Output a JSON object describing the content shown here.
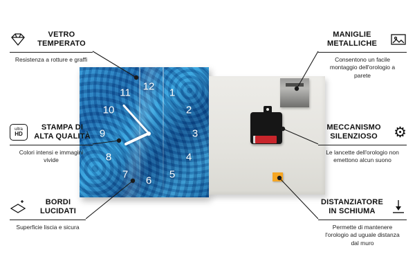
{
  "clock": {
    "numbers": [
      "12",
      "1",
      "2",
      "3",
      "4",
      "5",
      "6",
      "7",
      "8",
      "9",
      "10",
      "11"
    ]
  },
  "callouts": {
    "vetro": {
      "title": "VETRO TEMPERATO",
      "subtitle": "Resistenza a rotture e graffi",
      "icon": "diamond-icon"
    },
    "stampa": {
      "title": "STAMPA DI ALTA QUALITÀ",
      "subtitle": "Colori intensi e immagini vivide",
      "icon": "ultra-hd-icon",
      "icon_text_top": "ultra",
      "icon_text_bottom": "HD"
    },
    "bordi": {
      "title": "BORDI LUCIDATI",
      "subtitle": "Superficie liscia e sicura",
      "icon": "polished-edge-icon"
    },
    "maniglie": {
      "title": "MANIGLIE METALLICHE",
      "subtitle": "Consentono un facile montaggio dell'orologio a parete",
      "icon": "picture-frame-icon"
    },
    "meccanismo": {
      "title": "MECCANISMO SILENZIOSO",
      "subtitle": "Le lancette dell'orologio non emettono alcun suono",
      "icon": "gear-icon",
      "gear_glyph": "⚙"
    },
    "distanziatore": {
      "title": "DISTANZIATORE IN SCHIUMA",
      "subtitle": "Permette di mantenere l'orologio ad uguale distanza dal muro",
      "icon": "spacer-arrow-icon"
    }
  },
  "colors": {
    "clock_blue": "#1565ab",
    "foam_orange": "#f6a623",
    "battery_red": "#c8252b",
    "metal_gray": "#8f8f8d",
    "line_black": "#1a1a1a",
    "back_panel": "#e9e8e4"
  }
}
